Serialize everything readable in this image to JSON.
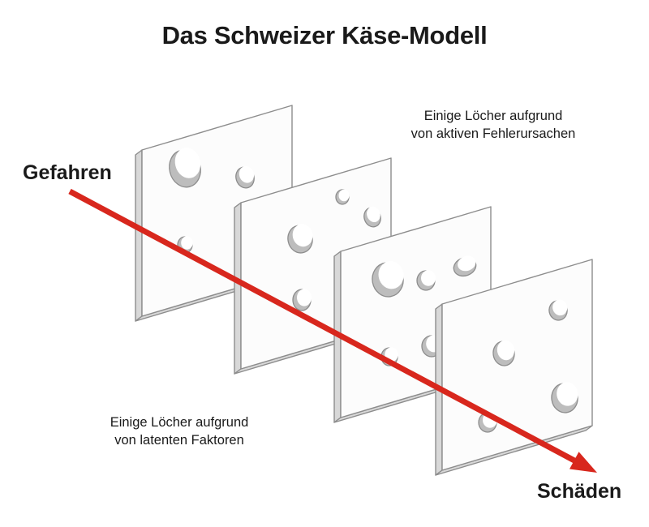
{
  "title": "Das Schweizer Käse-Modell",
  "labels": {
    "hazard": "Gefahren",
    "damage": "Schäden",
    "top_annotation_line1": "Einige Löcher aufgrund",
    "top_annotation_line2": "von aktiven Fehlerursachen",
    "bottom_annotation_line1": "Einige Löcher aufgrund",
    "bottom_annotation_line2": "von latenten Faktoren"
  },
  "colors": {
    "background": "#ffffff",
    "text": "#1a1a1a",
    "arrow_red": "#d8271d",
    "outline_gray": "#8d8d8d",
    "slice_face": "#fcfcfc",
    "slice_side": "#d8d8d8",
    "hole_shadow": "#bdbdbd",
    "hole_inner": "#ffffff"
  }
}
